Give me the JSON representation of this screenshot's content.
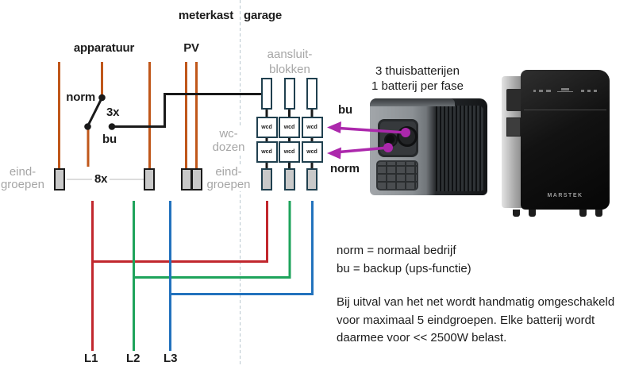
{
  "colors": {
    "orange": "#C0571A",
    "wire": "#1a1a1a",
    "red": "#C1272D",
    "green": "#1EA35B",
    "blue": "#2272BD",
    "magenta": "#AC28AC",
    "gray_label": "#A6A6A6"
  },
  "zones": {
    "left": "meterkast",
    "right": "garage"
  },
  "meterkast": {
    "apparatuur_label": "apparatuur",
    "pv_label": "PV",
    "switch": {
      "norm_label": "norm",
      "bu_label": "bu",
      "phase_count_label": "3x"
    },
    "eindgroepen_label": [
      "eind-",
      "groepen"
    ],
    "group_count_label": "8x"
  },
  "garage": {
    "aansluitblokken_label": [
      "aansluit-",
      "blokken"
    ],
    "wcdozen_label": [
      "wc-",
      "dozen"
    ],
    "eindgroepen_label": [
      "eind-",
      "groepen"
    ],
    "wcd_label": "wcd",
    "bu_label": "bu",
    "norm_label": "norm"
  },
  "battery": {
    "caption_line1": "3 thuisbatterijen",
    "caption_line2": "1 batterij per fase",
    "brand": "MARSTEK"
  },
  "phases": [
    {
      "label": "L1"
    },
    {
      "label": "L2"
    },
    {
      "label": "L3"
    }
  ],
  "legend": {
    "line1": "norm = normaal bedrijf",
    "line2": "bu = backup (ups-functie)"
  },
  "note": {
    "line1": "Bij uitval van het net wordt handmatig omgeschakeld",
    "line2": "voor maximaal 5 eindgroepen. Elke batterij wordt",
    "line3": "daarmee voor << 2500W belast."
  }
}
